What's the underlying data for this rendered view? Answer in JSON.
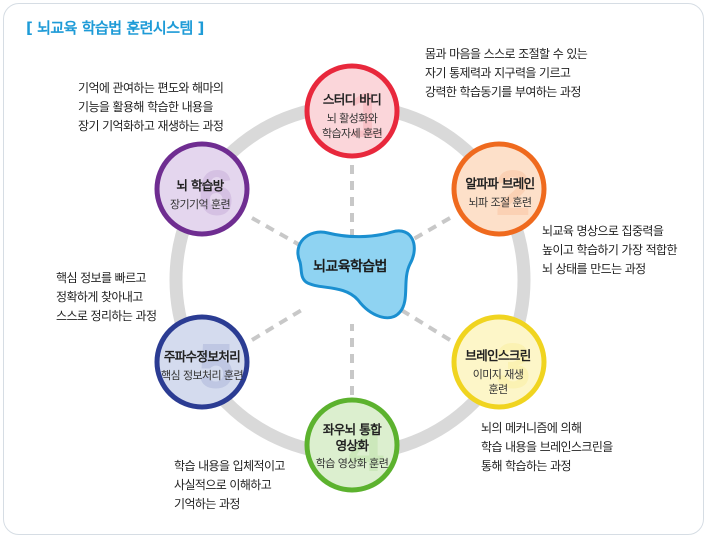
{
  "title": "[ 뇌교육 학습법  훈련시스템 ]",
  "center": {
    "label": "뇌교육학습법"
  },
  "nodes": [
    {
      "title": "스터디 바디",
      "sub": "뇌 활성화와\n학습자세 훈련",
      "number": "1",
      "color": "#e8283c",
      "fill": "#fbd6da",
      "desc": "몸과 마음을 스스로 조절할 수 있는\n자기 통제력과 지구력을 기르고\n강력한 학습동기를 부여하는 과정"
    },
    {
      "title": "알파파 브레인",
      "sub": "뇌파 조절 훈련",
      "number": "2",
      "color": "#ef6a1e",
      "fill": "#fde0c9",
      "desc": "뇌교육 명상으로 집중력을\n높이고 학습하기 가장 적합한\n뇌 상태를 만드는 과정"
    },
    {
      "title": "브레인스크린",
      "sub": "이미지 재생\n훈련",
      "number": "3",
      "color": "#f0d420",
      "fill": "#fdf6c8",
      "desc": "뇌의 메커니즘에 의해\n학습 내용을 브레인스크린을\n통해 학습하는 과정"
    },
    {
      "title": "좌우뇌 통합\n영상화",
      "sub": "학습 영상화 훈련",
      "number": "4",
      "color": "#5cb22e",
      "fill": "#dcefcf",
      "desc": "학습 내용을 입체적이고\n사실적으로 이해하고\n기억하는 과정"
    },
    {
      "title": "주파수정보처리",
      "sub": "핵심 정보처리 훈련",
      "number": "5",
      "color": "#2b3c93",
      "fill": "#d4dbee",
      "desc": "핵심 정보를 빠르고\n정확하게 찾아내고\n스스로 정리하는 과정"
    },
    {
      "title": "뇌 학습방",
      "sub": "장기기억 훈련",
      "number": "6",
      "color": "#6f2d91",
      "fill": "#e4d6ee",
      "desc": "기억에 관여하는 편도와 해마의\n기능을 활용해 학습한 내용을\n장기 기억화하고 재생하는 과정"
    }
  ],
  "colors": {
    "title": "#1e9bd7",
    "ring": "#d9d9d9",
    "blob_fill": "#8fd3f2",
    "blob_stroke": "#1a8fd0"
  }
}
